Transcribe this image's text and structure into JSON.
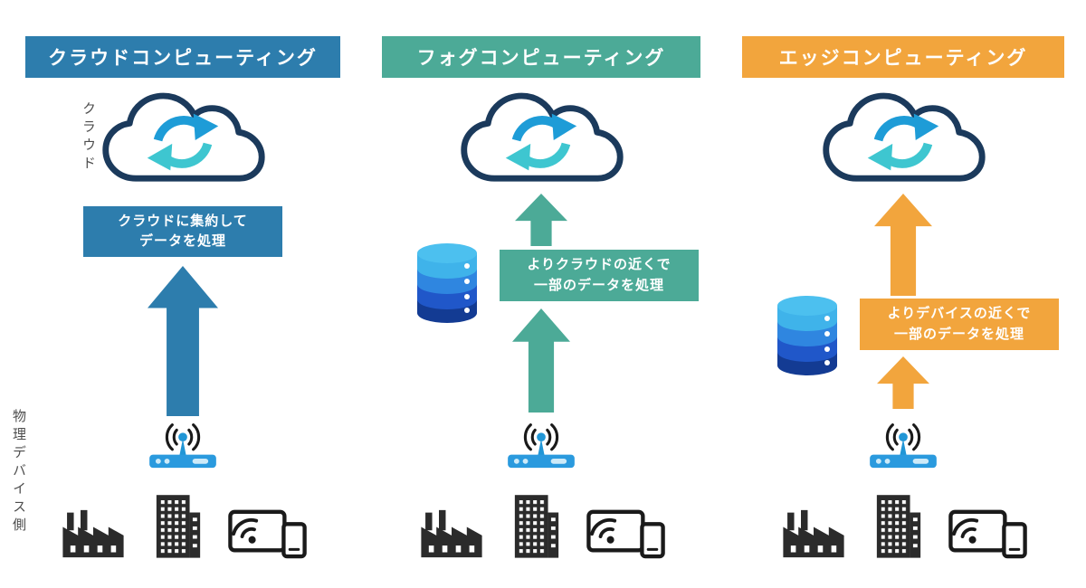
{
  "diagram": {
    "side_labels": {
      "cloud": "クラウド",
      "device": "物理デバイス側"
    },
    "columns": [
      {
        "title": "クラウドコンピューティング",
        "color": "#2d7dad",
        "box": {
          "line1": "クラウドに集約して",
          "line2": "データを処理"
        }
      },
      {
        "title": "フォグコンピューティング",
        "color": "#4caa97",
        "box": {
          "line1": "よりクラウドの近くで",
          "line2": "一部のデータを処理"
        }
      },
      {
        "title": "エッジコンピューティング",
        "color": "#f2a53d",
        "box": {
          "line1": "よりデバイスの近くで",
          "line2": "一部のデータを処理"
        }
      }
    ],
    "icons": {
      "cloud": "cloud-sync-icon",
      "storage": "database-icon",
      "gateway": "wifi-router-icon",
      "endpoints": [
        "factory-icon",
        "building-icon",
        "smart-devices-icon"
      ]
    },
    "icon_colors": {
      "cloud_outline": "#1b3a5c",
      "sync_blue": "#1e9cd7",
      "sync_cyan": "#3ec6d0",
      "router_bar": "#2a9ade",
      "router_dot": "#2196d6",
      "silhouette": "#2b2b2b",
      "db_shades": [
        "#4cc0ef",
        "#3fb3ea",
        "#2f86e0",
        "#2057c9",
        "#133b93"
      ]
    }
  }
}
